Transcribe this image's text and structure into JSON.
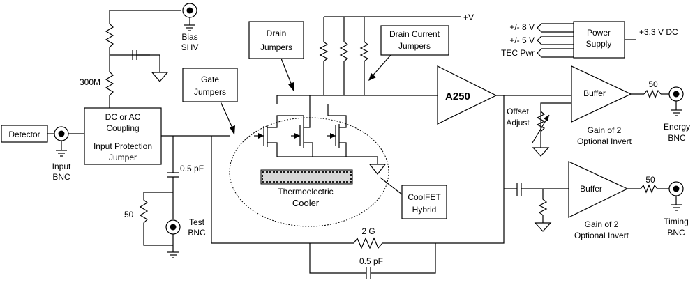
{
  "labels": {
    "detector": "Detector",
    "input_bnc": [
      "Input",
      "BNC"
    ],
    "coupling_box": [
      "DC or AC",
      "Coupling",
      "Input Protection",
      "Jumper"
    ],
    "bias_shv": [
      "Bias",
      "SHV"
    ],
    "r_300m": "300M",
    "cap_05pf_top": "0.5 pF",
    "r_50_test": "50",
    "test_bnc": [
      "Test",
      "BNC"
    ],
    "gate_jumpers": [
      "Gate",
      "Jumpers"
    ],
    "drain_jumpers": [
      "Drain",
      "Jumpers"
    ],
    "drain_current_jumpers": [
      "Drain Current",
      "Jumpers"
    ],
    "plus_v": "+V",
    "thermoelectric_cooler": [
      "Thermoelectric",
      "Cooler"
    ],
    "coolfet_hybrid": [
      "CoolFET",
      "Hybrid"
    ],
    "a250": "A250",
    "offset_adjust": [
      "Offset",
      "Adjust"
    ],
    "power_rails": [
      "+/- 8 V",
      "+/- 5 V",
      "TEC Pwr"
    ],
    "power_supply": [
      "Power",
      "Supply"
    ],
    "plus_3v3": "+3.3 V DC",
    "buffer_top": "Buffer",
    "gain_top": [
      "Gain of 2",
      "Optional Invert"
    ],
    "r_50_energy": "50",
    "energy_bnc": [
      "Energy",
      "BNC"
    ],
    "buffer_bottom": "Buffer",
    "gain_bottom": [
      "Gain of 2",
      "Optional Invert"
    ],
    "r_50_timing": "50",
    "timing_bnc": [
      "Timing",
      "BNC"
    ],
    "r_2g": "2 G",
    "cap_05pf_bottom": "0.5 pF"
  },
  "colors": {
    "line": "#000000",
    "background": "#ffffff"
  }
}
